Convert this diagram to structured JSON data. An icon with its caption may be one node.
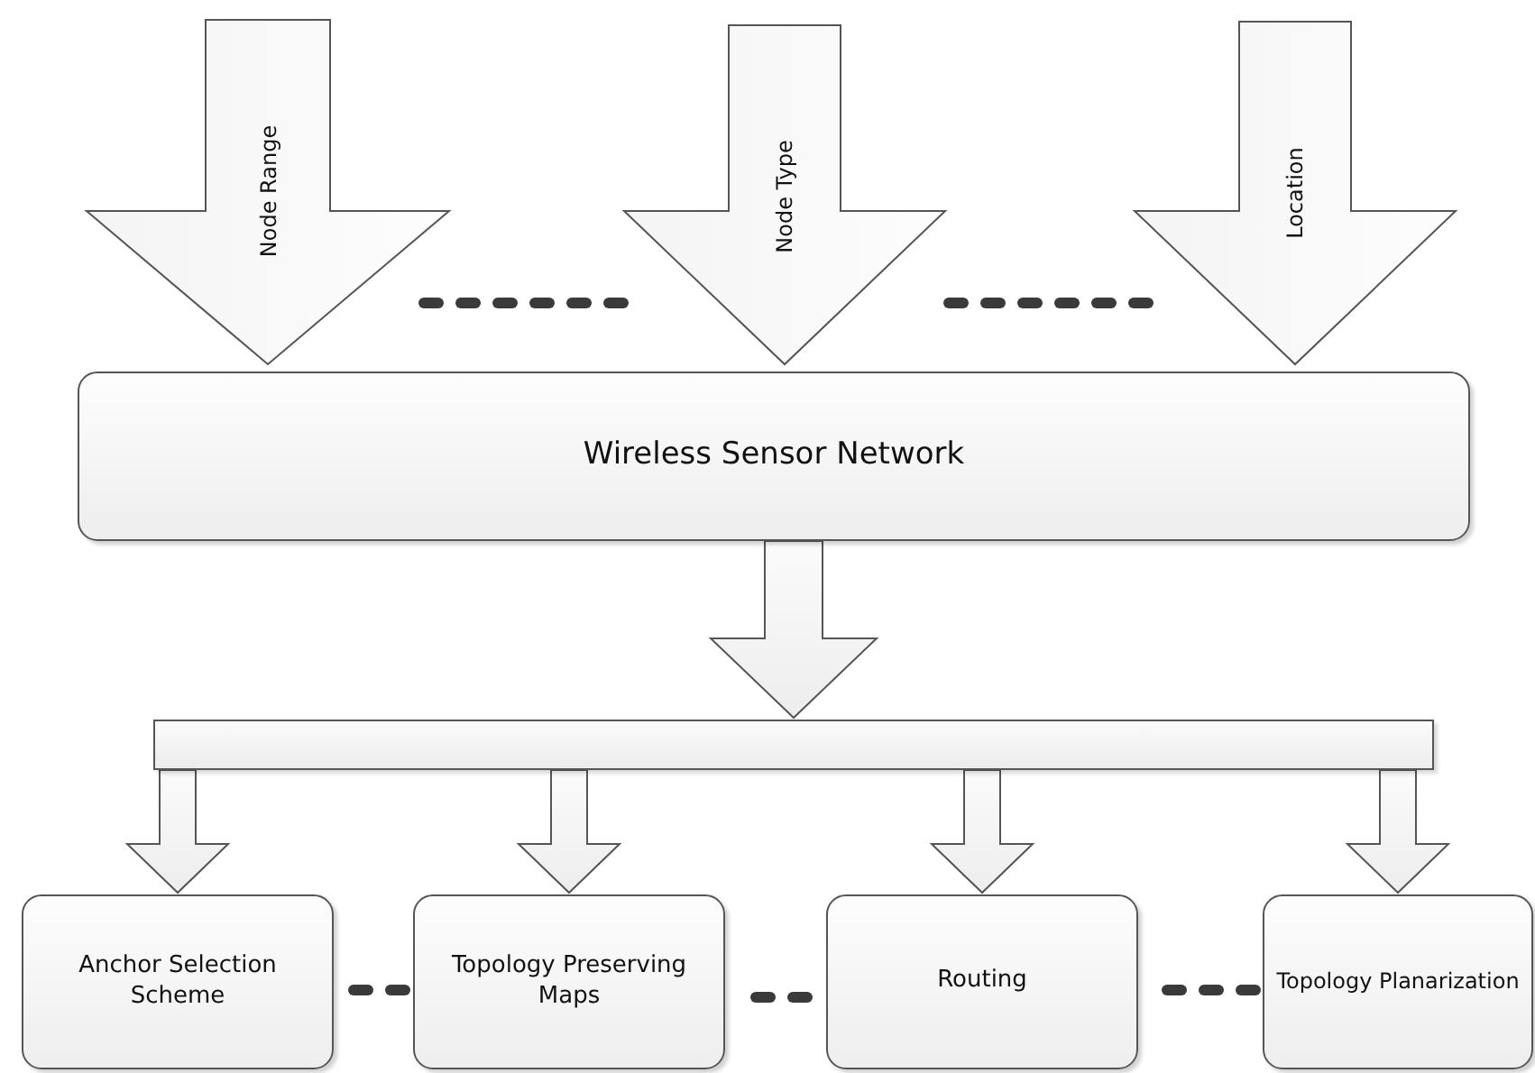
{
  "diagram": {
    "nodes": [
      {
        "text": [
          "Node Range"
        ]
      },
      {
        "text": [
          "Node Type"
        ]
      },
      {
        "text": [
          "Location"
        ]
      },
      {
        "text": [
          "Wireless Sensor Network"
        ]
      },
      {
        "text": [],
        "shape": "bar"
      },
      {
        "text": [
          "Anchor Selection Scheme"
        ]
      },
      {
        "text": [
          "Topology Preserving Maps"
        ]
      },
      {
        "text": [
          "Routing"
        ]
      },
      {
        "text": [
          "Topology Planarization"
        ]
      }
    ],
    "edges": [
      {
        "from": 3,
        "to": 4,
        "arrow": "to"
      },
      {
        "from": 4,
        "to": 5,
        "arrow": "to"
      },
      {
        "from": 4,
        "to": 6,
        "arrow": "to"
      },
      {
        "from": 4,
        "to": 7,
        "arrow": "to"
      },
      {
        "from": 4,
        "to": 8,
        "arrow": "to"
      }
    ]
  }
}
